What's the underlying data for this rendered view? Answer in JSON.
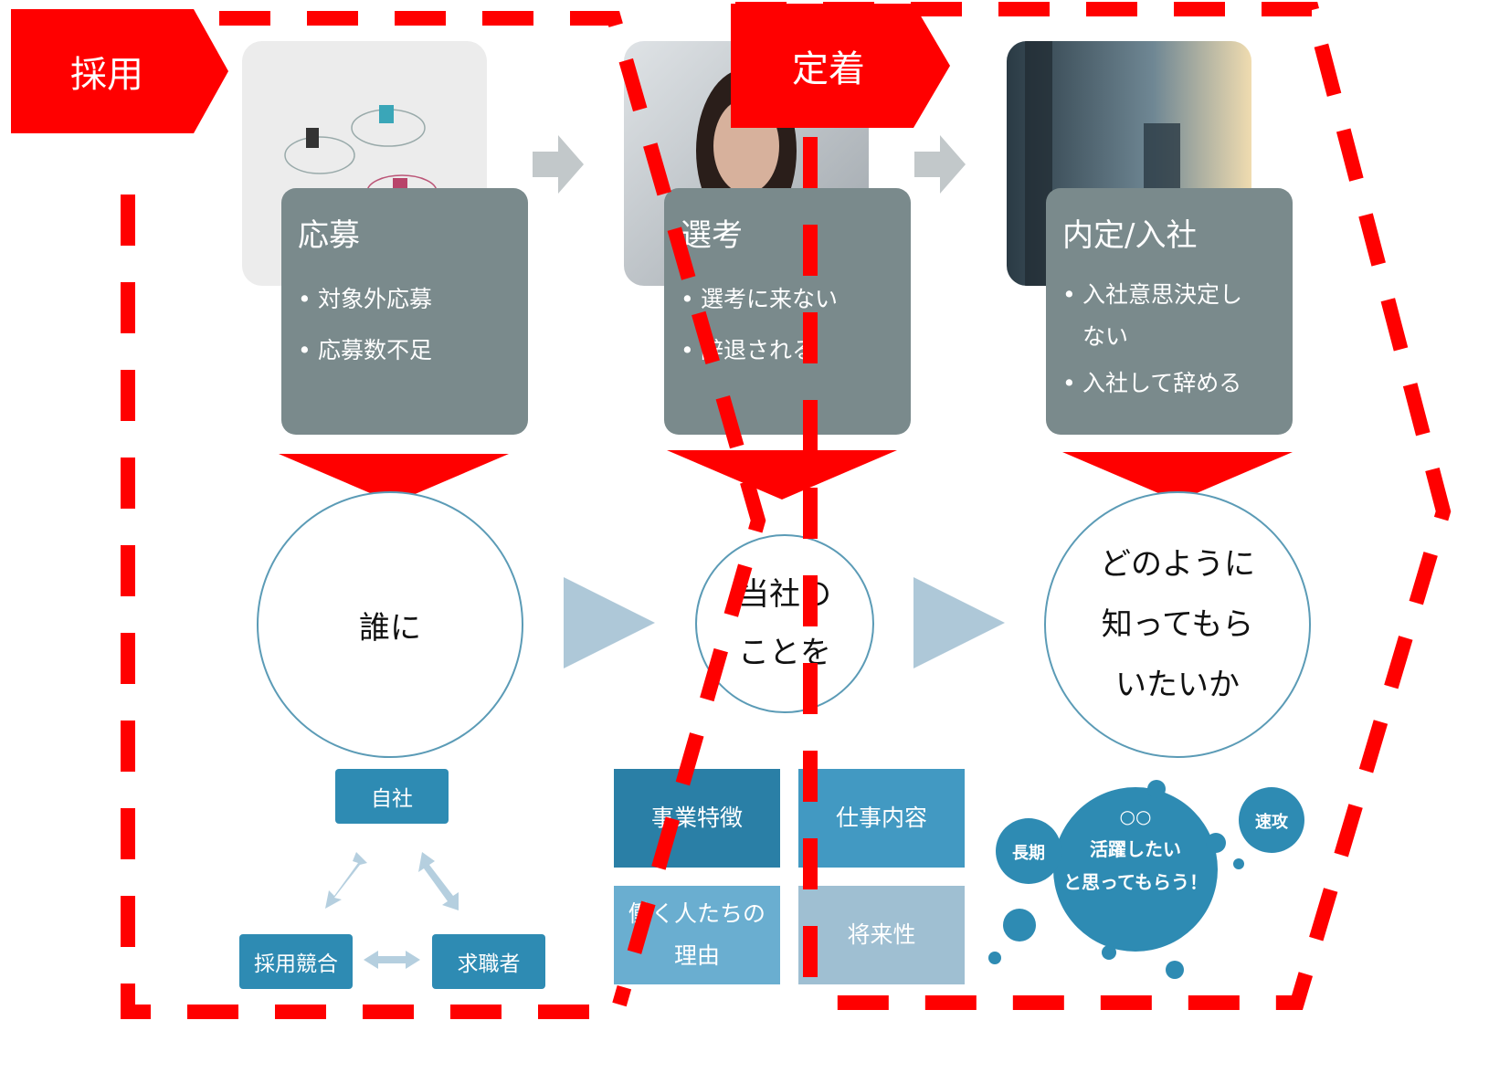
{
  "tags": {
    "recruit": "採用",
    "retain": "定着"
  },
  "stages": [
    {
      "title": "応募",
      "bullets": [
        "対象外応募",
        "応募数不足"
      ]
    },
    {
      "title": "選考",
      "bullets": [
        "選考に来ない",
        "辞退される"
      ]
    },
    {
      "title": "内定/入社",
      "bullets": [
        "入社意思決定し",
        "ない",
        "入社して辞める"
      ]
    }
  ],
  "circles": [
    "誰に",
    "当社の\nことを",
    "どのように\n知ってもら\nいたいか"
  ],
  "who_diagram": {
    "top": "自社",
    "left": "採用競合",
    "right": "求職者"
  },
  "tiles": [
    "事業特徴",
    "仕事内容",
    "働く人たちの\n理由",
    "将来性"
  ],
  "bubbles": {
    "center": "○○\n活躍したい\nと思ってもらう！",
    "left": "長期",
    "right": "速攻"
  },
  "colors": {
    "accent_red": "#ff0000",
    "box_gray": "#7a8a8c",
    "blue": "#2e8bb3",
    "light_blue": "#9fbfd2"
  }
}
